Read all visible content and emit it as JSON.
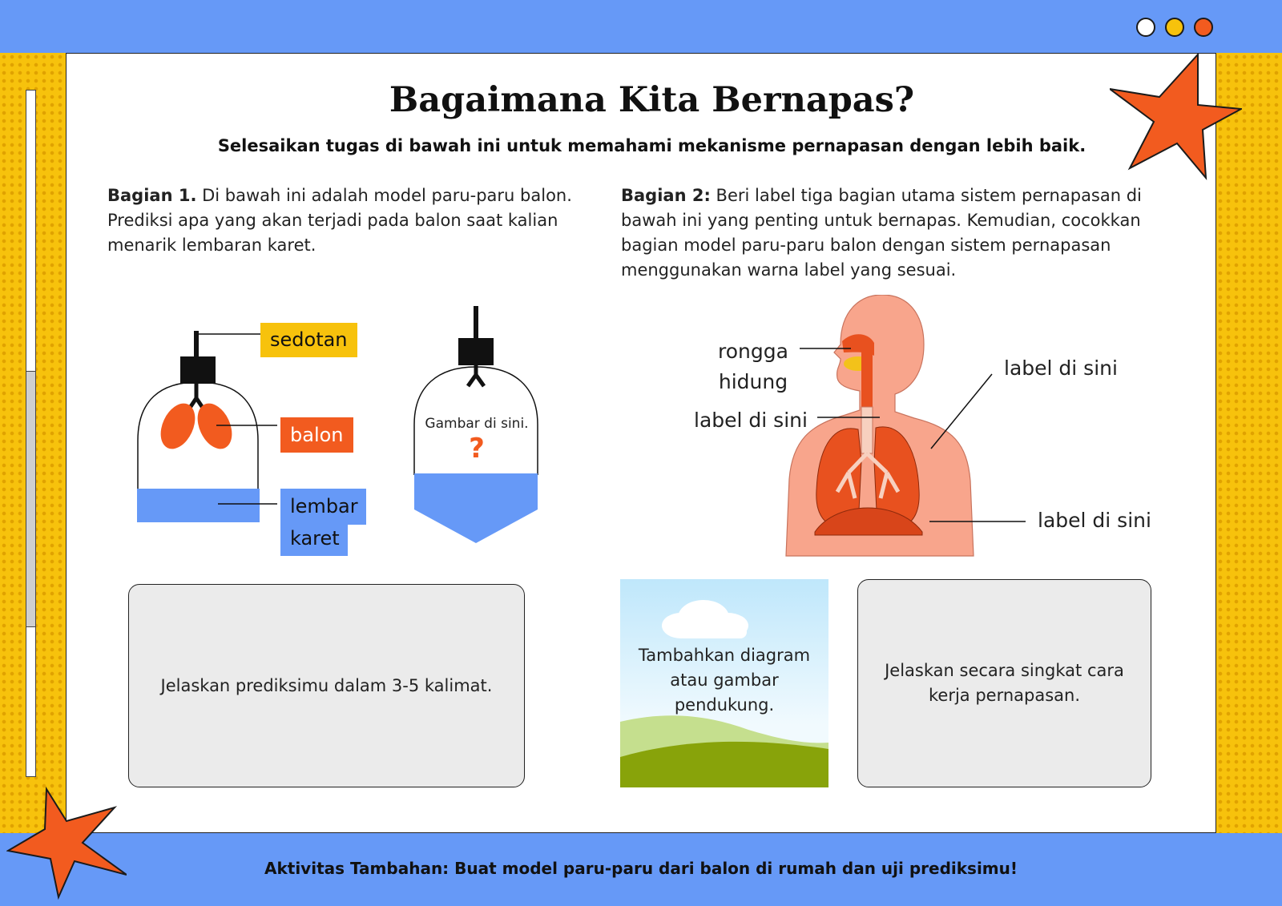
{
  "header": {
    "dot_colors": [
      "#ffffff",
      "#f7c20c",
      "#f25b1f"
    ]
  },
  "theme": {
    "blue": "#6699f7",
    "yellow": "#f7c20c",
    "orange": "#f25b1f",
    "box_gray": "#ebebeb"
  },
  "title": "Bagaimana Kita Bernapas?",
  "subtitle": "Selesaikan tugas di bawah ini untuk memahami mekanisme pernapasan dengan lebih baik.",
  "part1": {
    "heading": "Bagian 1.",
    "text": " Di bawah ini adalah model paru-paru balon. Prediksi apa yang akan terjadi pada balon saat kalian menarik lembaran karet.",
    "labels": {
      "straw": "sedotan",
      "balloon": "balon",
      "sheet_line1": "lembar",
      "sheet_line2": "karet"
    },
    "draw_here": "Gambar di sini.",
    "question_mark": "?",
    "answer_prompt": "Jelaskan prediksimu dalam 3-5 kalimat."
  },
  "part2": {
    "heading": "Bagian 2:",
    "text": " Beri label tiga bagian utama sistem pernapasan di bawah ini yang penting untuk bernapas. Kemudian, cocokkan bagian model paru-paru balon dengan sistem pernapasan menggunakan warna label yang sesuai.",
    "labels": {
      "nasal_line1": "rongga",
      "nasal_line2": "hidung",
      "left_label": "label di sini",
      "upper_right_label": "label di sini",
      "lower_right_label": "label di sini"
    },
    "picture_prompt": "Tambahkan diagram atau gambar pendukung.",
    "answer_prompt": "Jelaskan secara singkat cara kerja pernapasan."
  },
  "footer": "Aktivitas Tambahan: Buat model paru-paru dari balon di rumah dan uji prediksimu!"
}
